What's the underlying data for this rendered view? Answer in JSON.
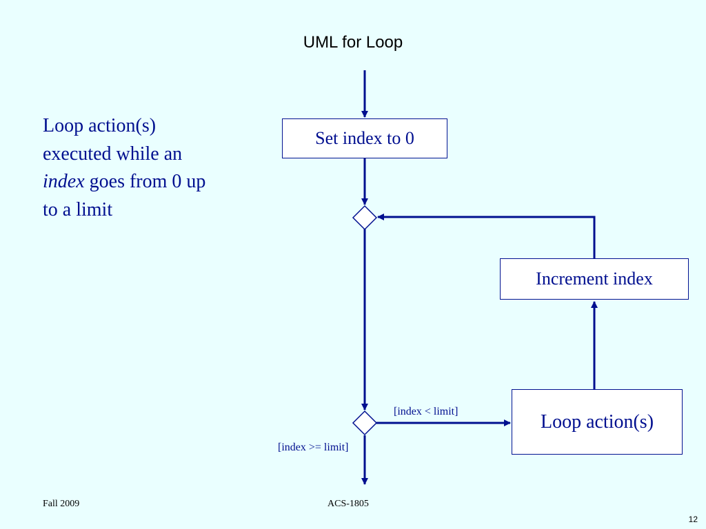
{
  "slide": {
    "title": "UML for Loop",
    "description": {
      "line1": "Loop action(s)",
      "line2": "executed while an",
      "line3_italic": "index",
      "line3_rest": " goes from 0 up",
      "line4": "to a limit"
    }
  },
  "diagram": {
    "nodes": {
      "set_index": "Set index to 0",
      "increment_index": "Increment index",
      "loop_action": "Loop action(s)"
    },
    "guards": {
      "continue": "[index < limit]",
      "exit": "[index >= limit]"
    }
  },
  "footer": {
    "left": "Fall 2009",
    "center": "ACS-1805",
    "page_number": "12"
  },
  "colors": {
    "background": "#eaffff",
    "accent": "#000f8f"
  }
}
